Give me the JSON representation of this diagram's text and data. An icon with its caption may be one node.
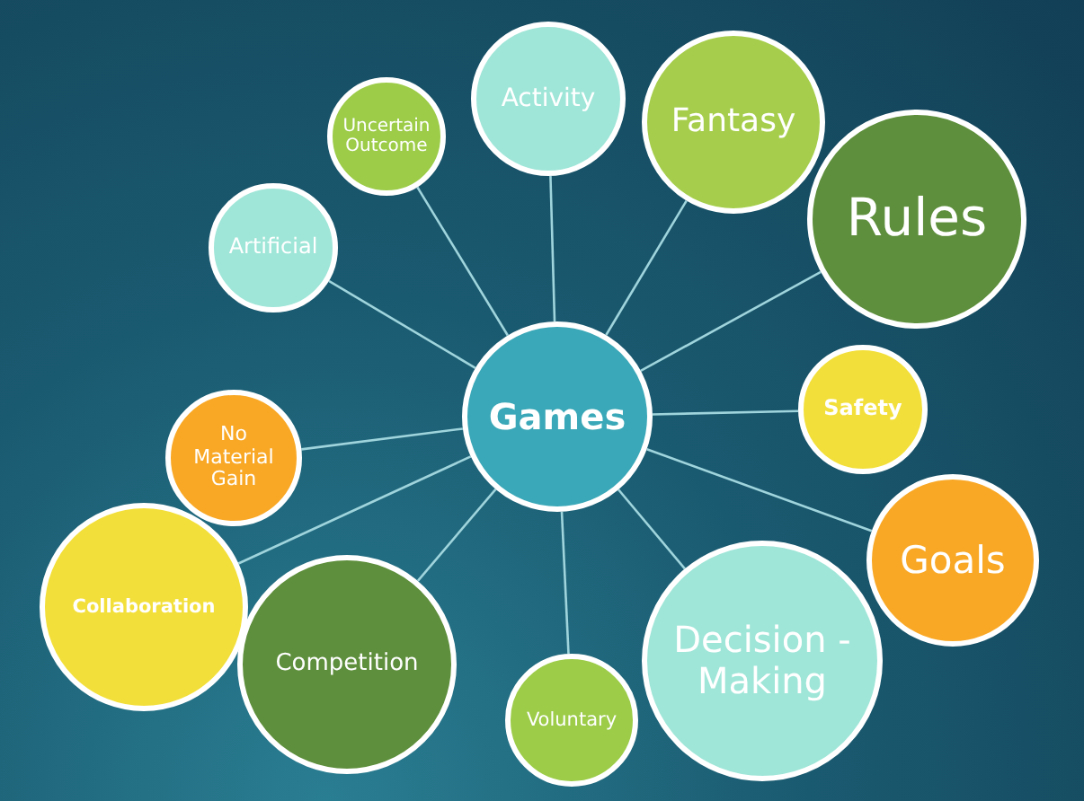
{
  "diagram": {
    "nodes": [
      {
        "text": [
          "Games"
        ]
      },
      {
        "text": [
          "Activity"
        ]
      },
      {
        "text": [
          "Uncertain Outcome"
        ]
      },
      {
        "text": [
          "Fantasy"
        ]
      },
      {
        "text": [
          "Rules"
        ]
      },
      {
        "text": [
          "Artificial"
        ]
      },
      {
        "text": [
          "Safety"
        ]
      },
      {
        "text": [
          "No Material Gain"
        ]
      },
      {
        "text": [
          "Goals"
        ]
      },
      {
        "text": [
          "Collaboration"
        ]
      },
      {
        "text": [
          "Competition"
        ]
      },
      {
        "text": [
          "Decision -Making"
        ]
      },
      {
        "text": [
          "Voluntary"
        ]
      }
    ],
    "edges": [
      {
        "from": 0,
        "to": 1,
        "arrow": "none"
      },
      {
        "from": 0,
        "to": 2,
        "arrow": "none"
      },
      {
        "from": 0,
        "to": 3,
        "arrow": "none"
      },
      {
        "from": 0,
        "to": 4,
        "arrow": "none"
      },
      {
        "from": 0,
        "to": 5,
        "arrow": "none"
      },
      {
        "from": 0,
        "to": 6,
        "arrow": "none"
      },
      {
        "from": 0,
        "to": 7,
        "arrow": "none"
      },
      {
        "from": 0,
        "to": 8,
        "arrow": "none"
      },
      {
        "from": 0,
        "to": 9,
        "arrow": "none"
      },
      {
        "from": 0,
        "to": 10,
        "arrow": "none"
      },
      {
        "from": 0,
        "to": 11,
        "arrow": "none"
      },
      {
        "from": 0,
        "to": 12,
        "arrow": "none"
      }
    ]
  }
}
